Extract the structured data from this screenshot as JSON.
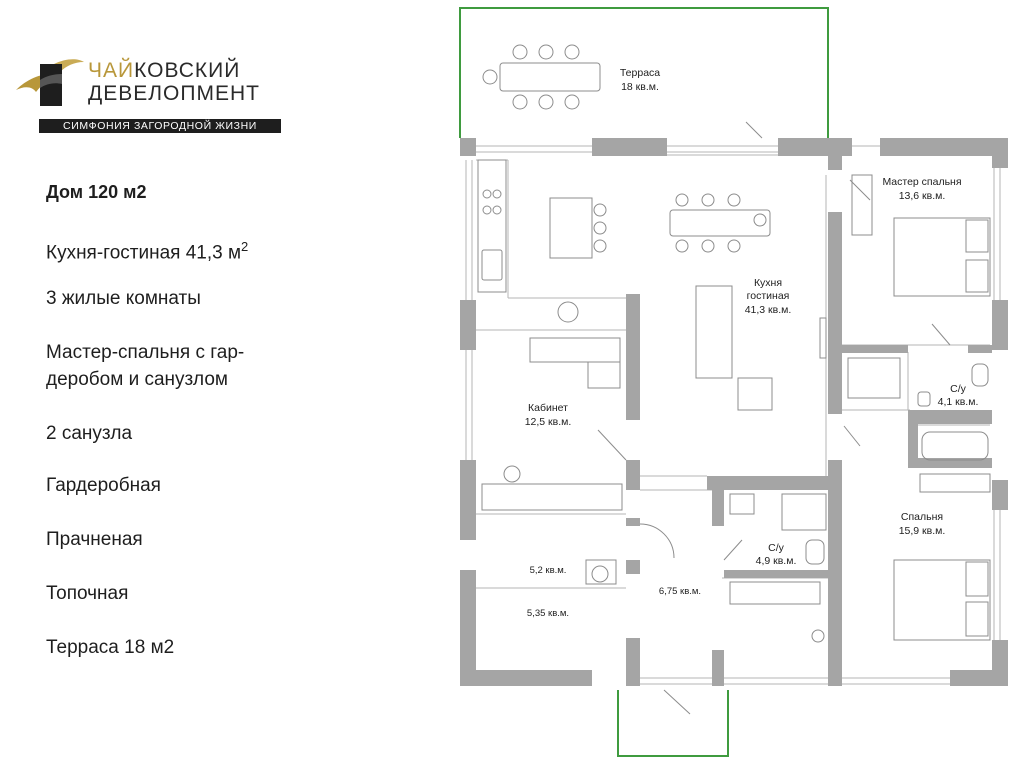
{
  "logo": {
    "line1_accent": "ЧАЙ",
    "line1_rest": "КОВСКИЙ",
    "line2": "ДЕВЕЛОПМЕНТ",
    "tagline": "СИМФОНИЯ ЗАГОРОДНОЙ ЖИЗНИ"
  },
  "info": {
    "title": "Дом 120 м2",
    "area_text": "Кухня-гостиная 41,3 м",
    "area_sup": "2",
    "rooms": "3 жилые комнаты",
    "master_line1": "Мастер-спальня с гар-",
    "master_line2": "деробом и санузлом",
    "bathrooms": "2 санузла",
    "wardrobe": "Гардеробная",
    "laundry": "Прачненая",
    "boiler": "Топочная",
    "terrace": "Терраса 18 м2"
  },
  "plan": {
    "colors": {
      "wall": "#a5a5a5",
      "terrace": "#3f9b3f",
      "furniture": "#8c8c8c"
    },
    "labels": {
      "terrace_name": "Терраса",
      "terrace_area": "18 кв.м.",
      "master_name": "Мастер спальня",
      "master_area": "13,6 кв.м.",
      "kitchen_name1": "Кухня",
      "kitchen_name2": "гостиная",
      "kitchen_area": "41,3 кв.м.",
      "office_name": "Кабинет",
      "office_area": "12,5 кв.м.",
      "wc1_name": "С/у",
      "wc1_area": "4,1 кв.м.",
      "bedroom_name": "Спальня",
      "bedroom_area": "15,9 кв.м.",
      "wc2_name": "С/у",
      "wc2_area": "4,9 кв.м.",
      "room_a_area": "5,2 кв.м.",
      "room_b_area": "5,35 кв.м.",
      "hall_area": "6,75 кв.м."
    }
  }
}
